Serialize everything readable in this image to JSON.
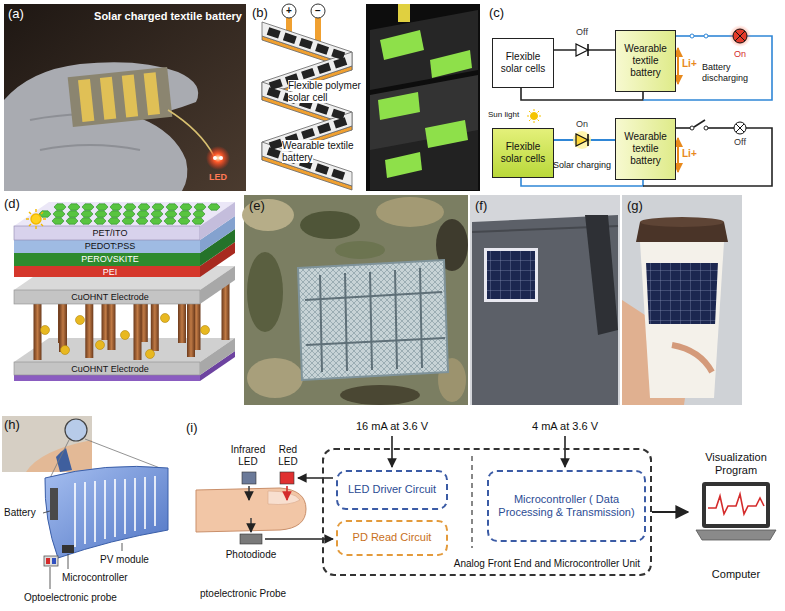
{
  "diagram": {
    "nodes": [
      {
        "text": [
          "Flexible solar cells"
        ]
      },
      {
        "text": [
          "Wearable textile battery"
        ]
      },
      {
        "text": [
          "Flexible solar cells"
        ]
      },
      {
        "text": [
          "Wearable textile battery"
        ]
      },
      {
        "text": [
          "Analog Front End and Microcontroller Unit"
        ]
      },
      {
        "text": [
          "LED Driver Circuit"
        ],
        "in": 4
      },
      {
        "text": [
          "PD Read Circuit"
        ],
        "in": 4
      },
      {
        "text": [
          "Microcontroller ( Data Processing & Transmission)"
        ],
        "in": 4
      },
      {
        "text": [
          "Visualization Program",
          "Computer"
        ]
      }
    ],
    "edges": [
      {
        "from": 0,
        "to": 1,
        "arrow": "none"
      },
      {
        "from": 2,
        "to": 3,
        "arrow": "none"
      },
      {
        "from": 4,
        "to": 8,
        "arrow": "to"
      }
    ],
    "labels": [
      "(a)",
      "Solar charged textile battery",
      "LED",
      "(b)",
      "+",
      "−",
      "Flexible polymer solar cell",
      "Wearable textile battery",
      "(c)",
      "Off",
      "Li+",
      "On",
      "Battery discharging",
      "Sun light",
      "On",
      "Li+",
      "Solar charging",
      "Off",
      "(d)",
      "PET/ITO",
      "PEDOT:PSS",
      "PEROVSKITE",
      "PEI",
      "CuOHNT Electrode",
      "CuOHNT Electrode",
      "(e)",
      "(f)",
      "(g)",
      "(h)",
      "Battery",
      "PV module",
      "Microcontroller",
      "Optoelectronic probe",
      "(i)",
      "16 mA at 3.6 V",
      "4 mA at 3.6 V",
      "Infrared LED",
      "Red LED",
      "Photodiode",
      "ptoelectronic Probe"
    ]
  }
}
